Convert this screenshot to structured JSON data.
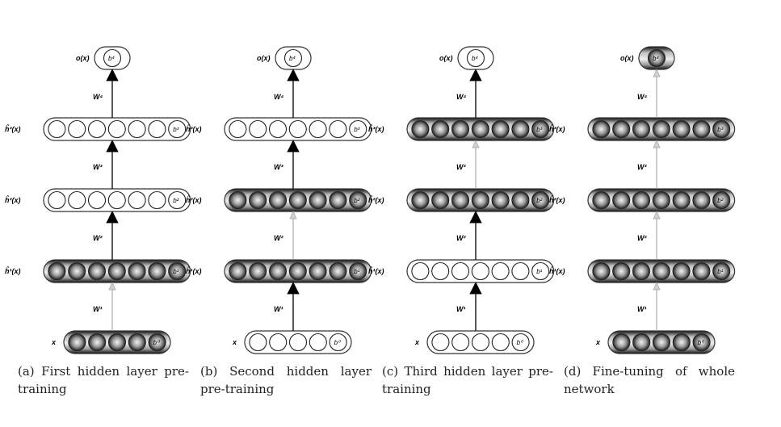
{
  "labels": {
    "output": "o(x)",
    "h3": "ĥ³(x)",
    "h2": "ĥ²(x)",
    "h1": "ĥ¹(x)",
    "x": "x",
    "w4": "W⁴",
    "w3": "W³",
    "w2": "W²",
    "w1": "W¹",
    "b4": "b⁴",
    "b3": "b³",
    "b2": "b²",
    "b1": "b¹",
    "b0": "b⁰"
  },
  "panels": [
    {
      "caption_line1": "(a) First hidden layer pre-",
      "caption_line2": "training",
      "shaded": {
        "x": true,
        "h1": true,
        "h2": false,
        "h3": false,
        "out": false
      },
      "arrows_bold": {
        "w1": false,
        "w2": true,
        "w3": true,
        "w4": true
      }
    },
    {
      "caption_line1": "(b) Second hidden layer",
      "caption_line2": "pre-training",
      "shaded": {
        "x": false,
        "h1": true,
        "h2": true,
        "h3": false,
        "out": false
      },
      "arrows_bold": {
        "w1": true,
        "w2": false,
        "w3": true,
        "w4": true
      }
    },
    {
      "caption_line1": "(c) Third hidden layer pre-",
      "caption_line2": "training",
      "shaded": {
        "x": false,
        "h1": false,
        "h2": true,
        "h3": true,
        "out": false
      },
      "arrows_bold": {
        "w1": true,
        "w2": true,
        "w3": false,
        "w4": true
      }
    },
    {
      "caption_line1": "(d) Fine-tuning of whole",
      "caption_line2": "network",
      "shaded": {
        "x": true,
        "h1": true,
        "h2": true,
        "h3": true,
        "out": true
      },
      "arrows_bold": {
        "w1": false,
        "w2": false,
        "w3": false,
        "w4": false
      }
    }
  ]
}
